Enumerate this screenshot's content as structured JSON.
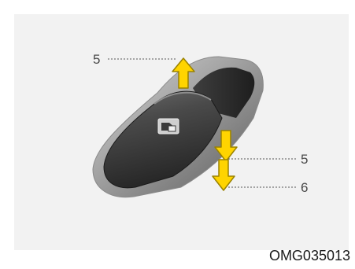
{
  "callouts": {
    "label_top": "5",
    "label_mid": "5",
    "label_bottom": "6"
  },
  "caption": "OMG035013",
  "colors": {
    "panel_bg": "#f2f2f2",
    "switch_dark": "#3a3a3a",
    "arrow_fill": "#ffd400",
    "arrow_stroke": "#9a8200",
    "leader_line": "#555555"
  },
  "icons": {
    "window_icon": "window-lock-icon",
    "arrow_up": "arrow-up-icon",
    "arrow_down_short": "arrow-down-icon",
    "arrow_down_long": "arrow-down-icon"
  }
}
